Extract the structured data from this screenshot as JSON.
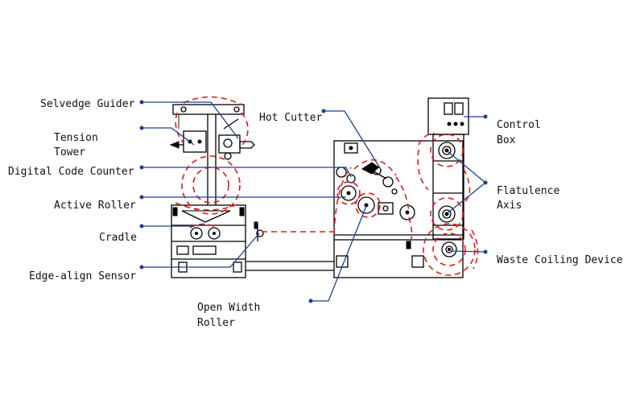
{
  "labels": {
    "selvedge_guider": "Selvedge Guider",
    "tension_tower_1": "Tension",
    "tension_tower_2": "Tower",
    "digital_code_counter": "Digital Code Counter",
    "active_roller": "Active Roller",
    "cradle": "Cradle",
    "edge_align_sensor": "Edge-align Sensor",
    "open_width_roller_1": "Open Width",
    "open_width_roller_2": "Roller",
    "hot_cutter": "Hot Cutter",
    "control_box_1": "Control",
    "control_box_2": "Box",
    "flatulence_axis_1": "Flatulence",
    "flatulence_axis_2": "Axis",
    "waste_coiling_device": "Waste Coiling Device"
  },
  "colors": {
    "machine_lines": "#000000",
    "fabric_path": "#e01b1b",
    "callout_lines": "#1c3f94"
  }
}
